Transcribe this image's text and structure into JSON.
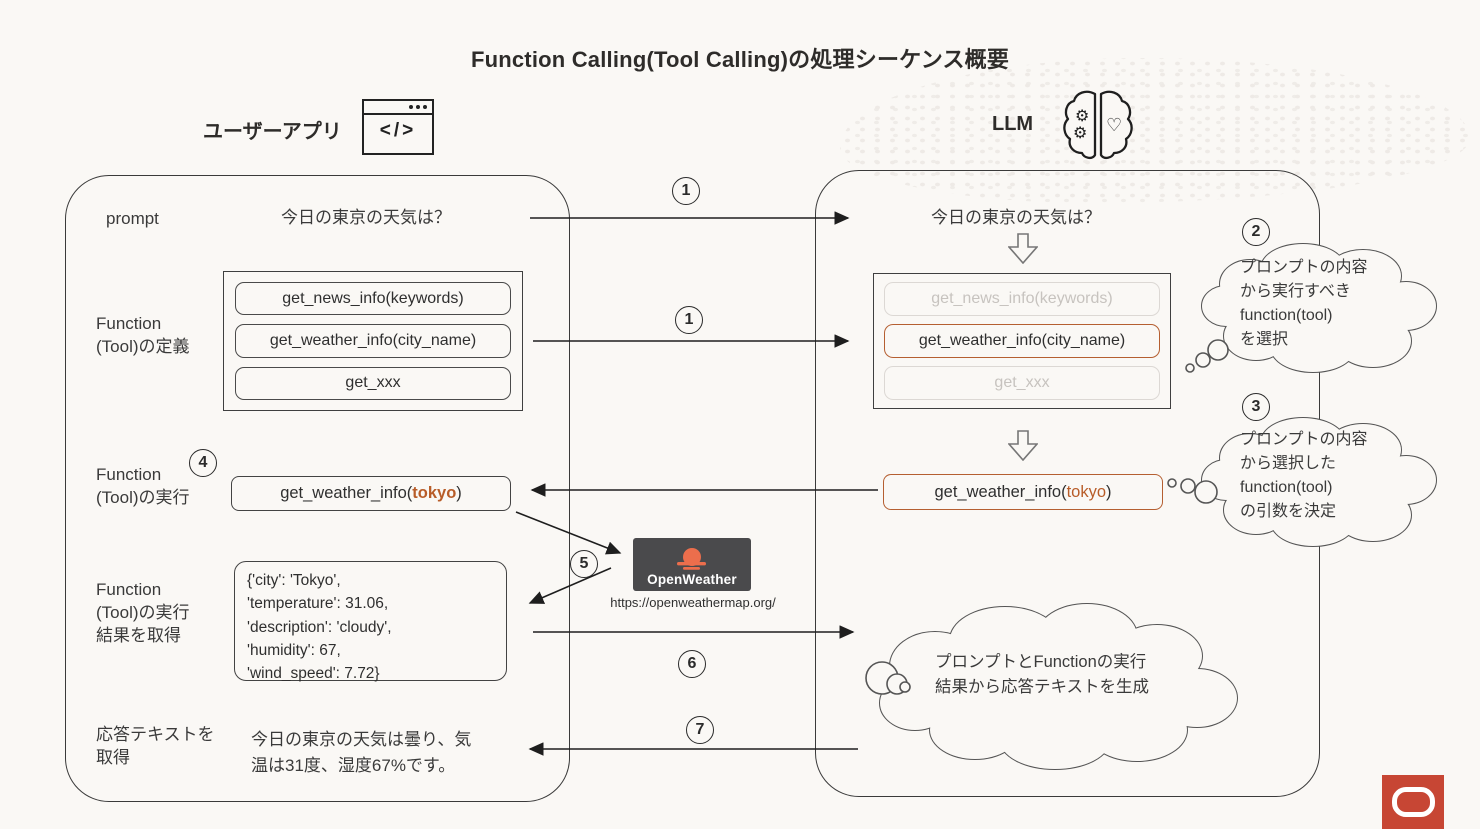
{
  "title": "Function Calling(Tool Calling)の処理シーケンス概要",
  "actors": {
    "user_app_label": "ユーザーアプリ",
    "llm_label": "LLM",
    "browser_icon_code": "</>"
  },
  "icons": {
    "gear_glyph": "⚙",
    "heart_glyph": "♡"
  },
  "steps": [
    "1",
    "2",
    "3",
    "4",
    "5",
    "6",
    "7"
  ],
  "left_panel": {
    "prompt_label": "prompt",
    "prompt_text": "今日の東京の天気は？",
    "definition_label": "Function\n(Tool)の定義",
    "functions": [
      "get_news_info(keywords)",
      "get_weather_info(city_name)",
      "get_xxx"
    ],
    "execution_label": "Function\n(Tool)の実行",
    "call_prefix": "get_weather_info(",
    "call_arg": "tokyo",
    "call_suffix": ")",
    "result_label": "Function\n(Tool)の実行\n結果を取得",
    "result_text": "{'city': 'Tokyo',\n 'temperature': 31.06,\n 'description': 'cloudy',\n'humidity': 67,\n'wind_speed': 7.72}",
    "response_label": "応答テキストを\n取得",
    "response_text": "今日の東京の天気は曇り、気\n温は31度、湿度67%です。"
  },
  "right_panel": {
    "prompt_text": "今日の東京の天気は？",
    "functions": [
      {
        "label": "get_news_info(keywords)",
        "state": "dimmed"
      },
      {
        "label": "get_weather_info(city_name)",
        "state": "selected"
      },
      {
        "label": "get_xxx",
        "state": "dimmed"
      }
    ],
    "call_prefix": "get_weather_info(",
    "call_arg": "tokyo",
    "call_suffix": ")",
    "thought_select": "プロンプトの内容\nから実行すべき\nfunction(tool)\nを選択",
    "thought_args": "プロンプトの内容\nから選択した\nfunction(tool)\nの引数を決定",
    "thought_generate": "プロンプトとFunctionの実行\n結果から応答テキストを生成"
  },
  "external": {
    "openweather_name": "OpenWeather",
    "openweather_url": "https://openweathermap.org/"
  },
  "colors": {
    "accent_orange": "#b85c28",
    "oracle_red": "#c74634",
    "openweather_bg": "#4a4a4c",
    "openweather_orange": "#ec6e4c"
  }
}
